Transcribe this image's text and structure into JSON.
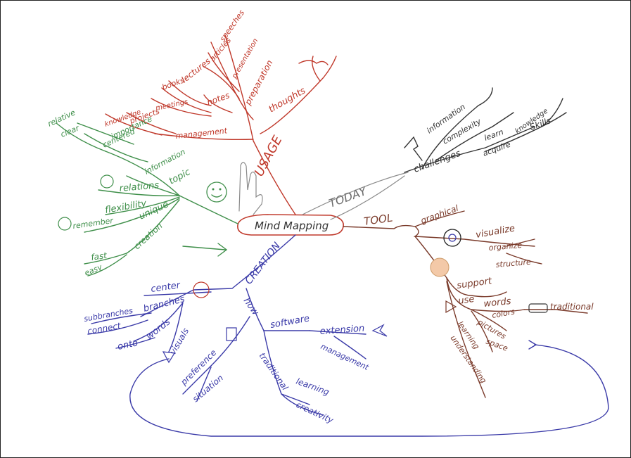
{
  "center": "Mind Mapping",
  "branches": {
    "usage": {
      "label": "USAGE",
      "thoughts": "thoughts",
      "preparation": "preparation",
      "presentation": "presentation",
      "speeches": "speeches",
      "articles": "articles",
      "notes": "notes",
      "lectures": "lectures",
      "books": "books",
      "meetings": "meetings",
      "management": "management",
      "projects": "projects",
      "knowledge": "knowledge"
    },
    "topic": {
      "topic": "topic",
      "information": "information",
      "importance": "importance",
      "centered": "centered",
      "relative": "relative",
      "clear": "clear",
      "relations": "relations",
      "flexibility": "flexibility",
      "unique": "unique",
      "remember": "remember",
      "creation": "creation",
      "fast": "fast",
      "easy": "easy"
    },
    "today": {
      "label": "TODAY",
      "challenges": "challenges",
      "information": "information",
      "complexity": "complexity",
      "learn": "learn",
      "acquire": "acquire",
      "knowledge": "knowledge",
      "skills": "Skills"
    },
    "tool": {
      "label": "TOOL",
      "graphical": "graphical",
      "visualize": "visualize",
      "organize": "organize",
      "structure": "structure",
      "support": "support",
      "use": "use",
      "words": "words",
      "colors": "colors",
      "pictures": "pictures",
      "space": "space",
      "traditional": "traditional",
      "learning": "learning",
      "understanding": "understanding"
    },
    "creation": {
      "label": "CREATION",
      "center": "center",
      "branches": "branches",
      "subbranches": "subbranches",
      "connect": "connect",
      "words": "words",
      "onto": "onto",
      "visuals": "visuals",
      "how": "how",
      "software": "software",
      "extension": "extension",
      "management": "management",
      "traditional": "traditional",
      "learning": "learning",
      "creativity": "creativity",
      "preference": "preference",
      "situation": "situation"
    }
  },
  "colors": {
    "usage": "#c0392b",
    "topic": "#3f8f4a",
    "today": "#333333",
    "tool": "#7a3a2a",
    "creation": "#3a3aa8"
  }
}
